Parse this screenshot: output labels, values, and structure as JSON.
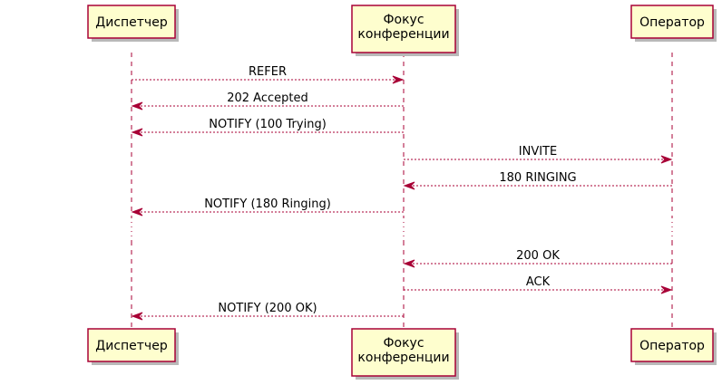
{
  "participants": [
    {
      "id": "dispatcher",
      "lines": [
        "Диспетчер"
      ]
    },
    {
      "id": "focus",
      "lines": [
        "Фокус",
        "конференции"
      ]
    },
    {
      "id": "operator",
      "lines": [
        "Оператор"
      ]
    }
  ],
  "messages": [
    {
      "from": "dispatcher",
      "to": "focus",
      "label": "REFER"
    },
    {
      "from": "focus",
      "to": "dispatcher",
      "label": "202 Accepted"
    },
    {
      "from": "focus",
      "to": "dispatcher",
      "label": "NOTIFY (100 Trying)"
    },
    {
      "from": "focus",
      "to": "operator",
      "label": "INVITE"
    },
    {
      "from": "operator",
      "to": "focus",
      "label": "180 RINGING"
    },
    {
      "from": "focus",
      "to": "dispatcher",
      "label": "NOTIFY (180 Ringing)"
    },
    {
      "delay": true
    },
    {
      "from": "operator",
      "to": "focus",
      "label": "200 OK"
    },
    {
      "from": "focus",
      "to": "operator",
      "label": "ACK"
    },
    {
      "from": "focus",
      "to": "dispatcher",
      "label": "NOTIFY (200 OK)"
    }
  ],
  "colors": {
    "box_fill": "#FEFECE",
    "line": "#A80036"
  }
}
